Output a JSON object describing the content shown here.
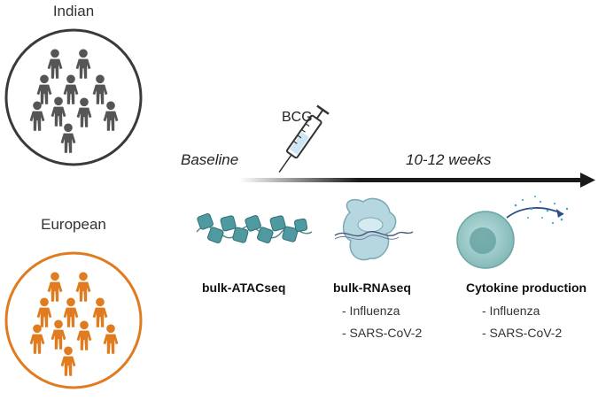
{
  "groups": {
    "indian": {
      "label": "Indian",
      "color": "#555555"
    },
    "european": {
      "label": "European",
      "color": "#e07b1f"
    }
  },
  "timeline": {
    "baseline_label": "Baseline",
    "vaccine_label": "BCG",
    "followup_label": "10-12 weeks",
    "arrow_color": "#1a1a1a"
  },
  "assays": [
    {
      "title": "bulk-ATACseq",
      "items": []
    },
    {
      "title": "bulk-RNAseq",
      "items": [
        "- Influenza",
        "- SARS-CoV-2"
      ]
    },
    {
      "title": "Cytokine production",
      "items": [
        "- Influenza",
        "- SARS-CoV-2"
      ]
    }
  ],
  "icons": {
    "person": "person-icon",
    "syringe": "syringe-icon",
    "chromatin": "chromatin-icon",
    "ribosome": "ribosome-icon",
    "cell": "cell-icon"
  }
}
